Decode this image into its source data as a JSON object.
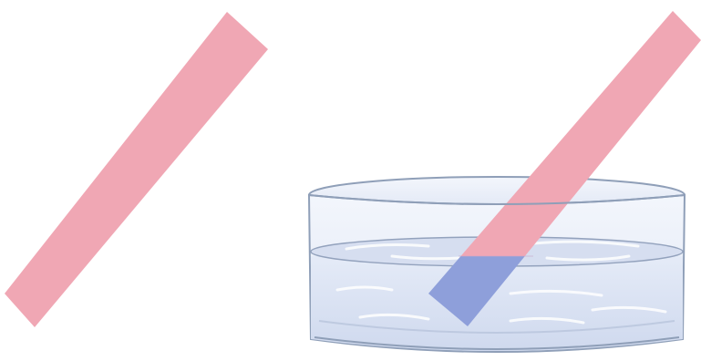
{
  "colors": {
    "background": "#ffffff",
    "litmus_strip": "#f0a7b4",
    "wet_strip": "#8e9fda",
    "water": "#dfe6f5",
    "glass_edge": "#8f9fb8",
    "glass_rim": "#f4f7fd"
  },
  "icons": {
    "dry_strip": "red-litmus-strip",
    "wet_strip": "litmus-strip-turned-blue",
    "dish": "glass-petri-dish-with-water"
  }
}
